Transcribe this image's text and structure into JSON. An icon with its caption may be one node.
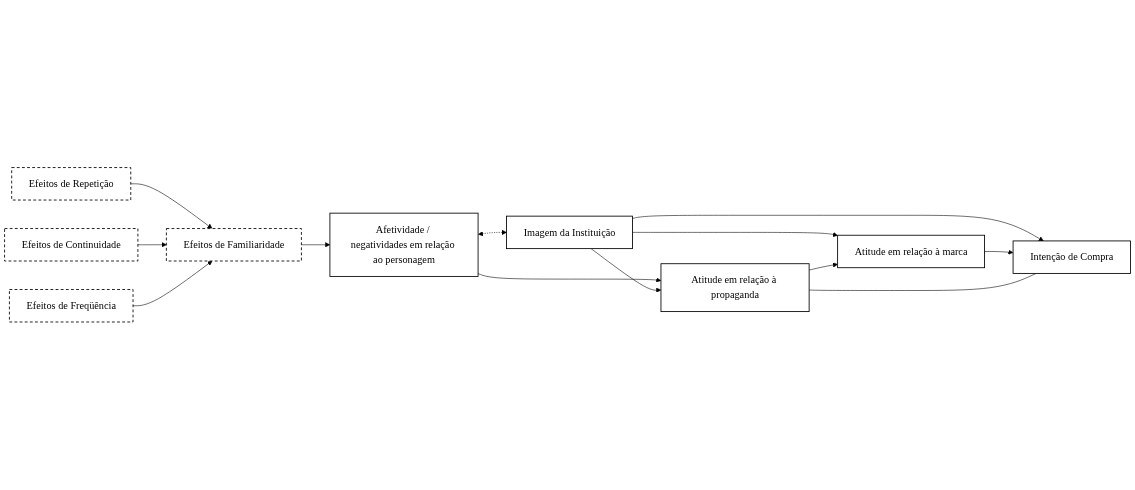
{
  "diagram": {
    "nodes": [
      {
        "text": [
          "Efeitos de Repetição"
        ]
      },
      {
        "text": [
          "Efeitos de Continuidade"
        ]
      },
      {
        "text": [
          "Efeitos de Familiaridade"
        ]
      },
      {
        "text": [
          "Afetividade / negatividades em relação ao personagem"
        ]
      },
      {
        "text": [
          "Atitude em relação à propaganda"
        ]
      },
      {
        "text": [
          "Atitude em relação à marca"
        ]
      },
      {
        "text": [
          "Efeitos de Freqüência"
        ]
      },
      {
        "text": [
          "Imagem da Instituição"
        ]
      },
      {
        "text": [
          "Intenção de Compra"
        ]
      }
    ],
    "edges": [
      {
        "from": 0,
        "to": 2,
        "arrow": "to"
      },
      {
        "from": 1,
        "to": 2,
        "arrow": "to"
      },
      {
        "from": 6,
        "to": 2,
        "arrow": "to"
      },
      {
        "from": 2,
        "to": 3,
        "arrow": "to"
      },
      {
        "from": 3,
        "to": 4,
        "arrow": "to"
      },
      {
        "from": 3,
        "to": 7,
        "arrow": "both",
        "style": "dashed"
      },
      {
        "from": 7,
        "to": 4,
        "arrow": "to"
      },
      {
        "from": 7,
        "to": 5,
        "arrow": "to"
      },
      {
        "from": 7,
        "to": 8,
        "arrow": "to"
      },
      {
        "from": 4,
        "to": 5,
        "arrow": "to"
      },
      {
        "from": 5,
        "to": 8,
        "arrow": "to"
      },
      {
        "from": 4,
        "to": 8,
        "arrow": "none"
      }
    ]
  }
}
